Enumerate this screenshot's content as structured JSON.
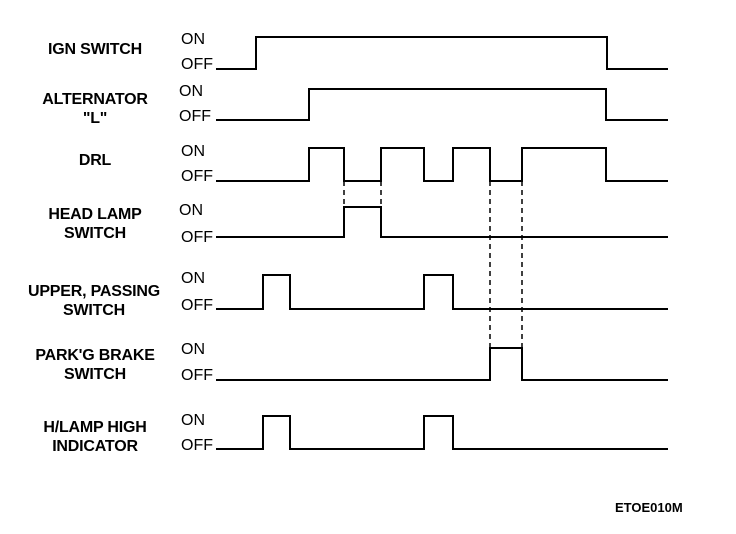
{
  "signals": [
    {
      "id": "ign",
      "label_lines": [
        "IGN SWITCH"
      ],
      "on_label": "ON",
      "off_label": "OFF",
      "high_intervals": [
        [
          256,
          607
        ]
      ]
    },
    {
      "id": "alternator",
      "label_lines": [
        "ALTERNATOR",
        "\"L\""
      ],
      "on_label": "ON",
      "off_label": "OFF",
      "high_intervals": [
        [
          309,
          606
        ]
      ]
    },
    {
      "id": "drl",
      "label_lines": [
        "DRL"
      ],
      "on_label": "ON",
      "off_label": "OFF",
      "high_intervals": [
        [
          309,
          344
        ],
        [
          381,
          424
        ],
        [
          453,
          490
        ],
        [
          522,
          606
        ]
      ]
    },
    {
      "id": "headlamp",
      "label_lines": [
        "HEAD LAMP",
        "SWITCH"
      ],
      "on_label": "ON",
      "off_label": "OFF",
      "high_intervals": [
        [
          344,
          381
        ]
      ]
    },
    {
      "id": "upper",
      "label_lines": [
        "UPPER, PASSING",
        "SWITCH"
      ],
      "on_label": "ON",
      "off_label": "OFF",
      "high_intervals": [
        [
          263,
          290
        ],
        [
          424,
          453
        ]
      ]
    },
    {
      "id": "parking",
      "label_lines": [
        "PARK'G BRAKE",
        "SWITCH"
      ],
      "on_label": "ON",
      "off_label": "OFF",
      "high_intervals": [
        [
          490,
          522
        ]
      ]
    },
    {
      "id": "hlamp-indicator",
      "label_lines": [
        "H/LAMP HIGH",
        "INDICATOR"
      ],
      "on_label": "ON",
      "off_label": "OFF",
      "high_intervals": [
        [
          263,
          290
        ],
        [
          424,
          453
        ]
      ]
    }
  ],
  "reference_code": "ETOE010M",
  "line_color": "#000000"
}
